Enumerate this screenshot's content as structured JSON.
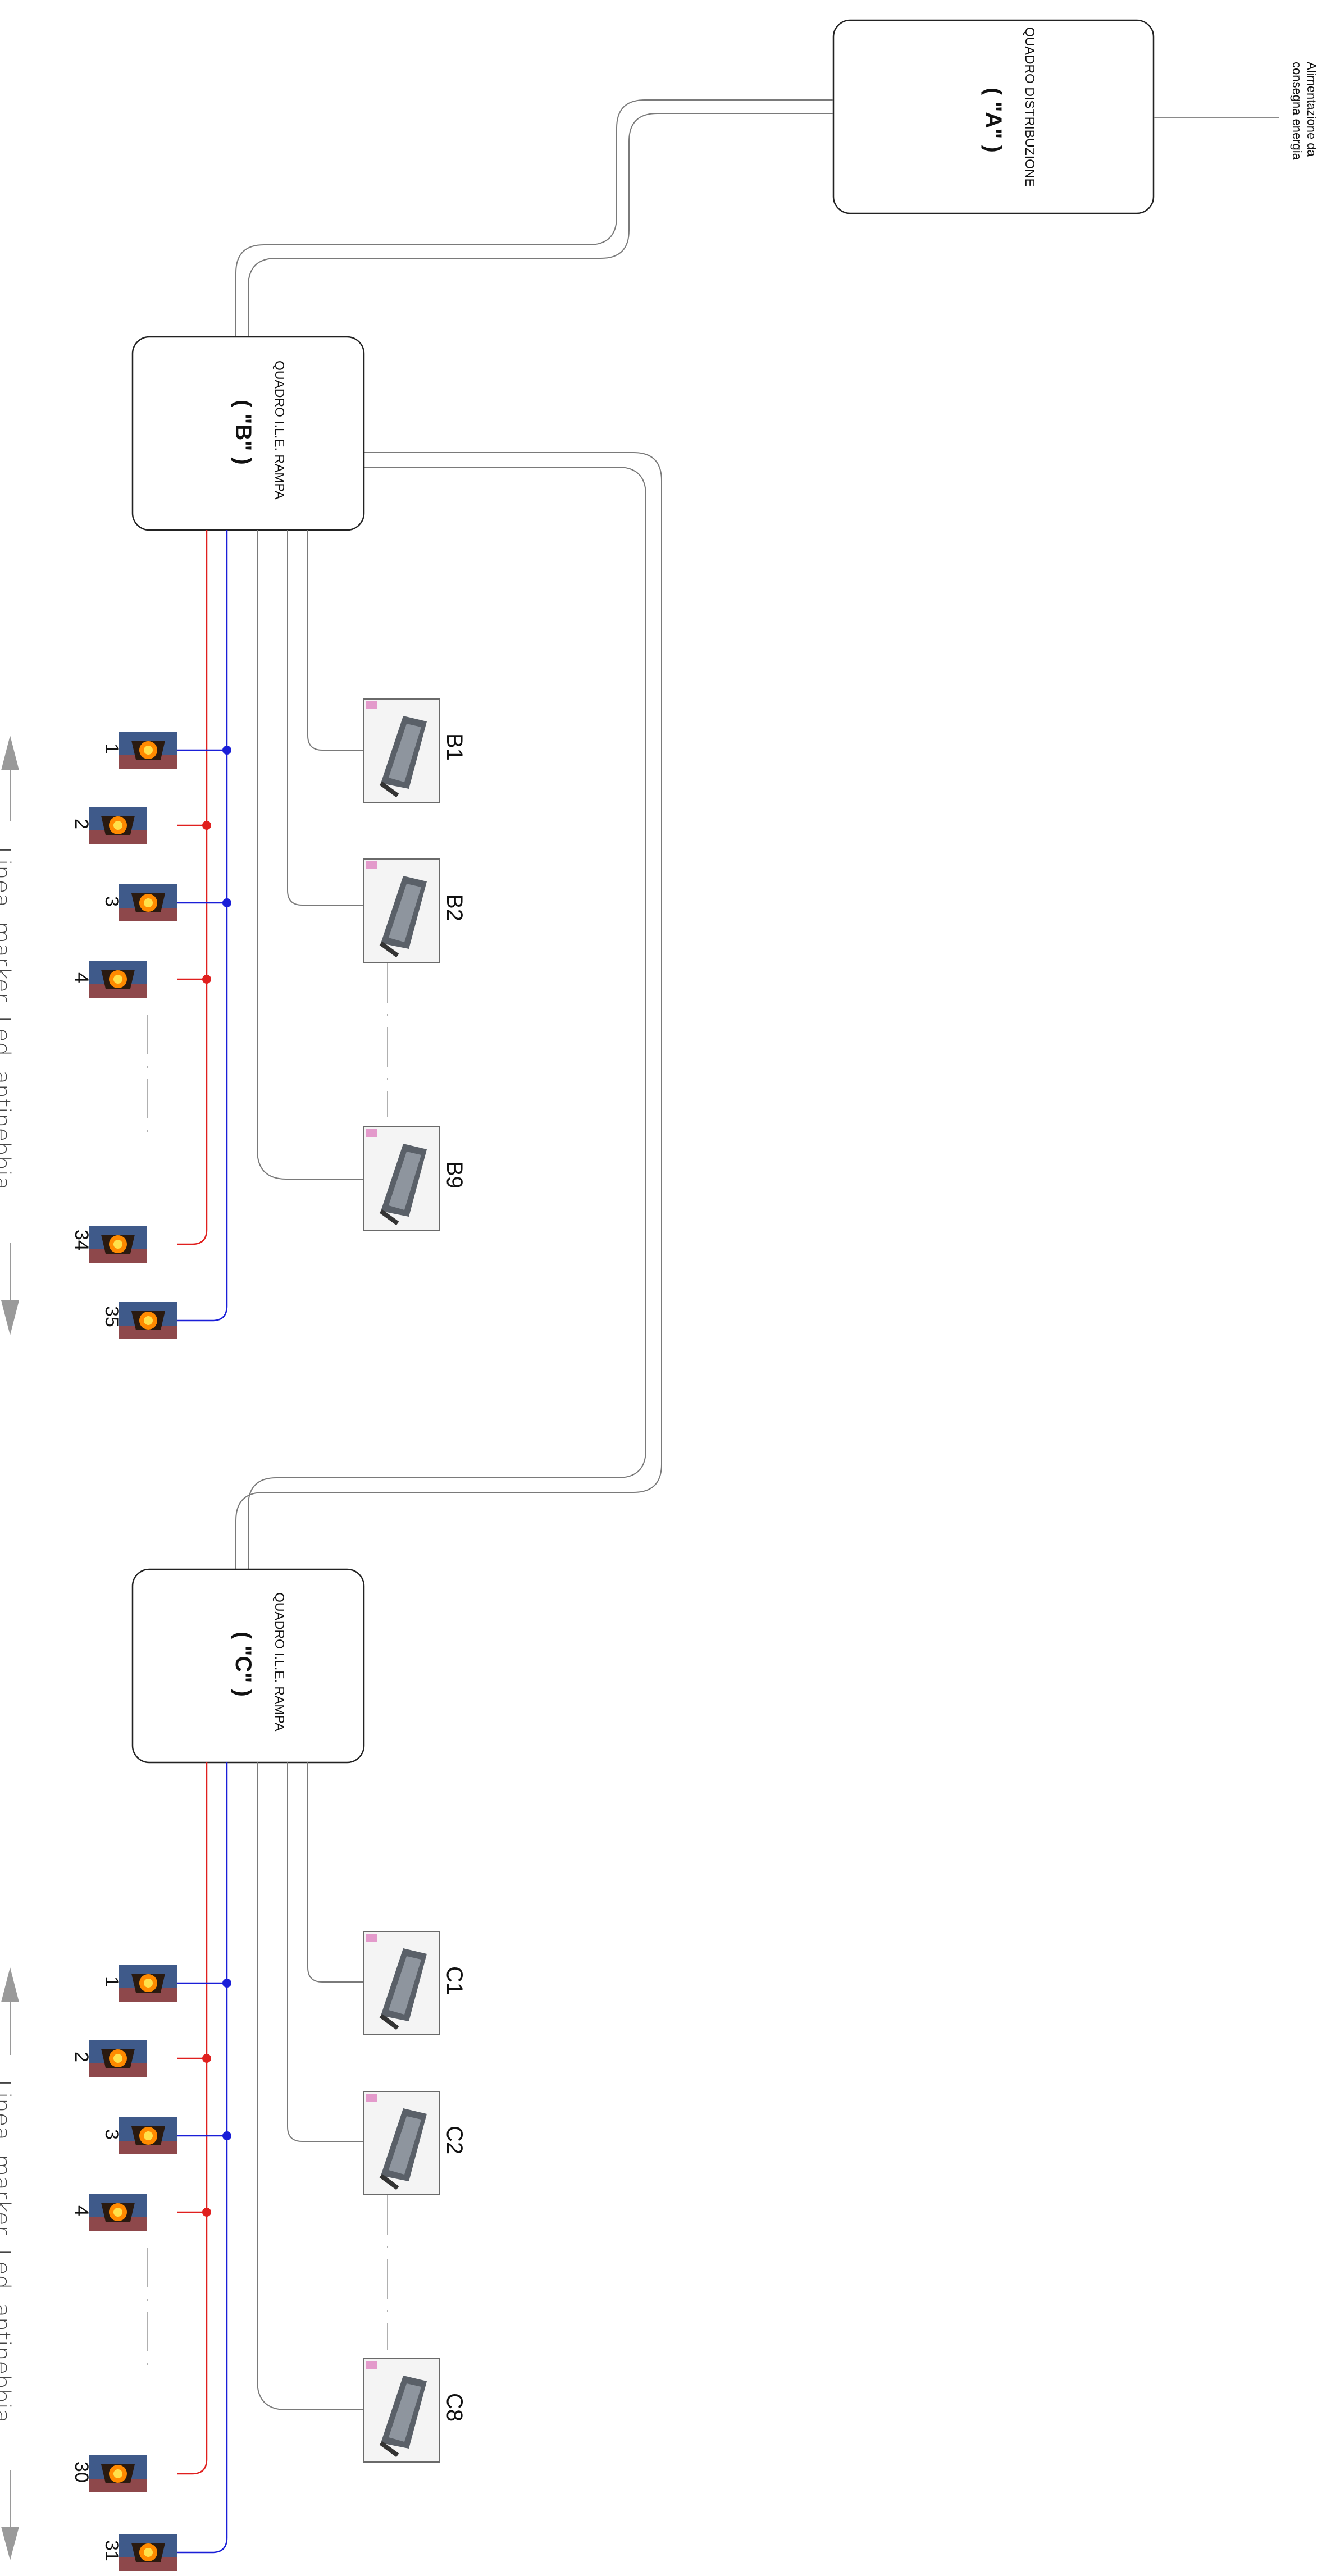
{
  "panel_a": {
    "title": "QUADRO DISTRIBUZIONE",
    "code": "( \"A\" )"
  },
  "power_in": {
    "line1": "Alimentazione da",
    "line2": "consegna energia"
  },
  "panel_b": {
    "title": "QUADRO I.L.E. RAMPA",
    "code": "( \"B\" )"
  },
  "panel_c": {
    "title": "QUADRO I.L.E. RAMPA",
    "code": "( \"C\" )"
  },
  "marker_line_label": "Linea  marker  Led  antinebbia",
  "markers_b": [
    "1",
    "2",
    "3",
    "4",
    "34",
    "35"
  ],
  "markers_c": [
    "1",
    "2",
    "3",
    "4",
    "30",
    "31"
  ],
  "lamps_b": [
    "B1",
    "B2",
    "B9"
  ],
  "lamps_c": [
    "C1",
    "C2",
    "C8"
  ],
  "colors": {
    "line_red": "#e0201f",
    "line_blue": "#1a1fd8",
    "cable": "#7a7a7a",
    "arrow": "#9a9a9a"
  },
  "icons": {
    "marker": "led-marker-icon",
    "lamp": "floodlight-icon"
  }
}
